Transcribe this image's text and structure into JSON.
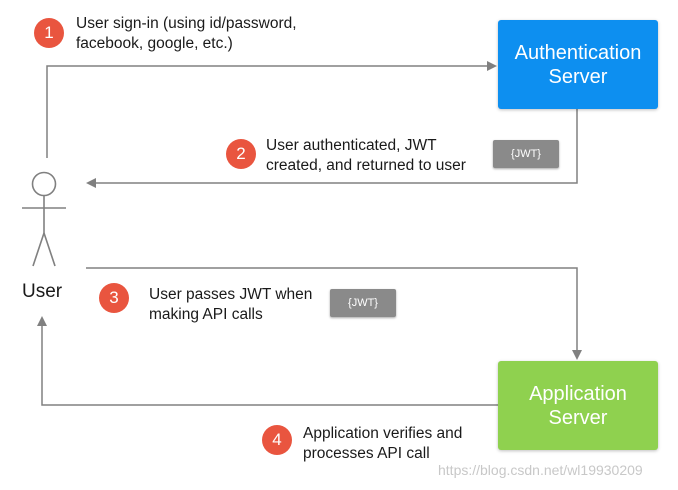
{
  "colors": {
    "background": "#ffffff",
    "auth_box": "#0d8ff0",
    "app_box": "#8fd14f",
    "badge": "#e9553f",
    "token": "#8a8a8a",
    "line": "#808080",
    "watermark": "#c8c8c8"
  },
  "actor": {
    "label": "User",
    "icon": "stick-figure-icon"
  },
  "auth_server": {
    "line1": "Authentication",
    "line2": "Server"
  },
  "app_server": {
    "line1": "Application",
    "line2": "Server"
  },
  "steps": [
    {
      "number": "1",
      "line1": "User sign-in (using id/password,",
      "line2": "facebook, google, etc.)"
    },
    {
      "number": "2",
      "line1": "User authenticated, JWT",
      "line2": "created, and returned to user",
      "token": "{JWT}"
    },
    {
      "number": "3",
      "line1": "User passes JWT when",
      "line2": "making API calls",
      "token": "{JWT}"
    },
    {
      "number": "4",
      "line1": "Application verifies and",
      "line2": "processes API call"
    }
  ],
  "watermark": "https://blog.csdn.net/wl19930209"
}
